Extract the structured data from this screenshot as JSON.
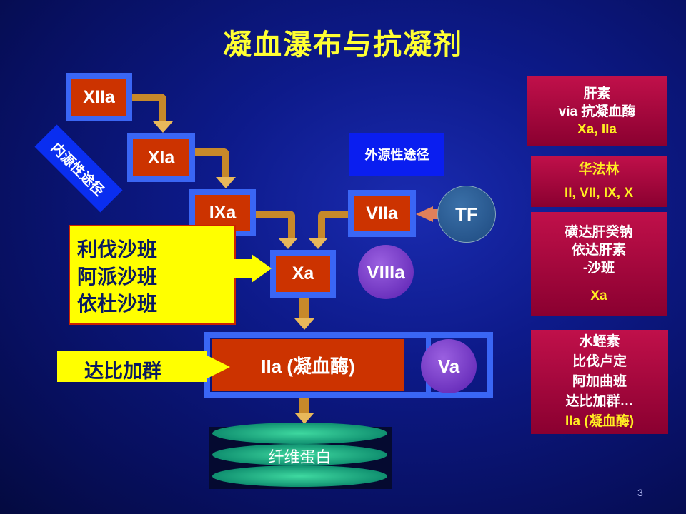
{
  "title": "凝血瀑布与抗凝剂",
  "factors": {
    "xiia": "XIIa",
    "xia": "XIa",
    "ixa": "IXa",
    "xa": "Xa",
    "viia": "VIIa",
    "iia": "IIa (凝血酶)"
  },
  "circles": {
    "tf": "TF",
    "viiia": "VIIIa",
    "va": "Va"
  },
  "pathways": {
    "intrinsic": "内源性途径",
    "extrinsic": "外源性途径"
  },
  "inhibitors": {
    "xa_drugs": [
      "利伐沙班",
      "阿派沙班",
      "依杜沙班"
    ],
    "iia_drug": "达比加群"
  },
  "fibrin": "纤维蛋白",
  "right_boxes": [
    {
      "lines": [
        "肝素",
        "via 抗凝血酶"
      ],
      "target": "Xa, IIa"
    },
    {
      "lines": [
        "华法林"
      ],
      "target": "II, VII, IX,  X"
    },
    {
      "lines": [
        "磺达肝癸钠",
        "依达肝素",
        "-沙班"
      ],
      "target": "Xa"
    },
    {
      "lines": [
        "水蛭素",
        "比伐卢定",
        "阿加曲班",
        "达比加群…"
      ],
      "target": "IIa (凝血酶)"
    }
  ],
  "page_number": "3"
}
